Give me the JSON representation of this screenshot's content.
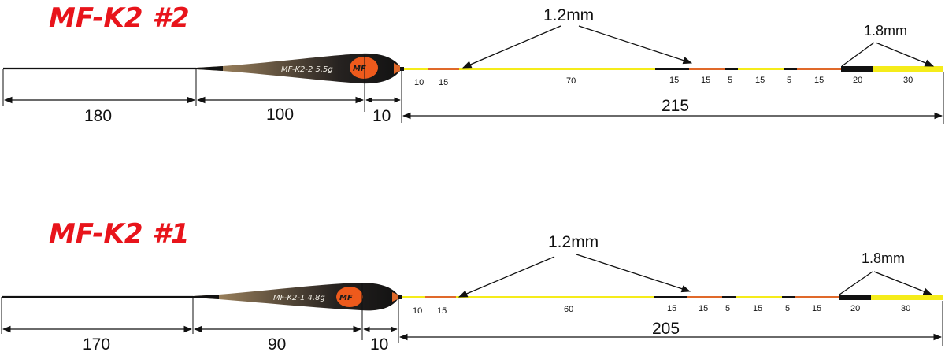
{
  "floats": [
    {
      "title": "MF-K2 #2",
      "body_label": "MF-K2-2  5.5g",
      "logo_text": "MF",
      "stem_length": "180",
      "body_length": "100",
      "shoulder_length": "10",
      "tip_length": "215",
      "tip_segments": [
        {
          "len": "10",
          "color": "#f5ec1a"
        },
        {
          "len": "15",
          "color": "#e0692a"
        },
        {
          "len": "70",
          "color": "#f5ec1a"
        },
        {
          "len": "15",
          "color": "#111111"
        },
        {
          "len": "15",
          "color": "#e0692a"
        },
        {
          "len": "5",
          "color": "#111111"
        },
        {
          "len": "15",
          "color": "#f5ec1a"
        },
        {
          "len": "5",
          "color": "#111111"
        },
        {
          "len": "15",
          "color": "#e0692a"
        },
        {
          "len": "20",
          "color": "#111111"
        },
        {
          "len": "30",
          "color": "#f5ec1a"
        }
      ],
      "annotation_thin": "1.2mm",
      "annotation_thick": "1.8mm"
    },
    {
      "title": "MF-K2 #1",
      "body_label": "MF-K2-1  4.8g",
      "logo_text": "MF",
      "stem_length": "170",
      "body_length": "90",
      "shoulder_length": "10",
      "tip_length": "205",
      "tip_segments": [
        {
          "len": "10",
          "color": "#f5ec1a"
        },
        {
          "len": "15",
          "color": "#e0692a"
        },
        {
          "len": "60",
          "color": "#f5ec1a"
        },
        {
          "len": "15",
          "color": "#111111"
        },
        {
          "len": "15",
          "color": "#e0692a"
        },
        {
          "len": "5",
          "color": "#111111"
        },
        {
          "len": "15",
          "color": "#f5ec1a"
        },
        {
          "len": "5",
          "color": "#111111"
        },
        {
          "len": "15",
          "color": "#e0692a"
        },
        {
          "len": "20",
          "color": "#111111"
        },
        {
          "len": "30",
          "color": "#f5ec1a"
        }
      ],
      "annotation_thin": "1.2mm",
      "annotation_thick": "1.8mm"
    }
  ],
  "colors": {
    "title": "#e8141b",
    "yellow": "#f5ec1a",
    "orange": "#e0692a",
    "black": "#111111",
    "body_light": "#a8875a",
    "body_dark": "#141414"
  }
}
